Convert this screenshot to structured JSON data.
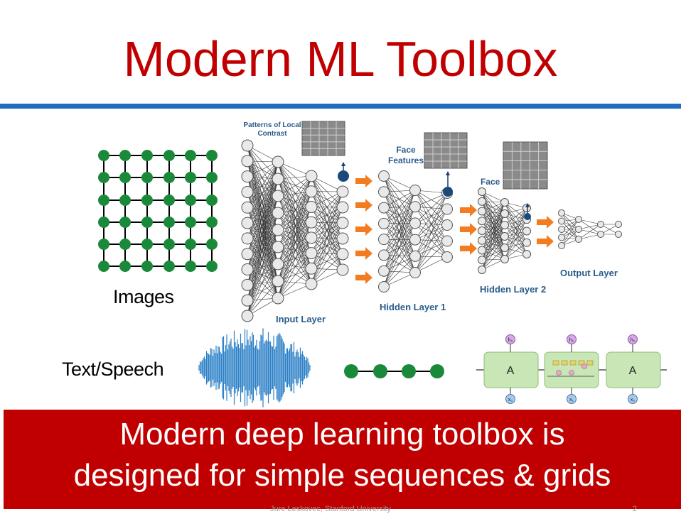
{
  "title": "Modern ML Toolbox",
  "labels": {
    "images": "Images",
    "text_speech": "Text/Speech"
  },
  "network": {
    "patterns": "Patterns of Local Contrast",
    "face_features": "Face Features",
    "face": "Face",
    "input_layer": "Input Layer",
    "hidden_layer_1": "Hidden Layer 1",
    "hidden_layer_2": "Hidden Layer 2",
    "output_layer": "Output Layer"
  },
  "rnn": {
    "cell_label": "A",
    "outputs": [
      "h₀",
      "h₁",
      "h₂"
    ],
    "inputs": [
      "x₀",
      "x₁",
      "x₂"
    ]
  },
  "banner": {
    "line1": "Modern deep learning toolbox is",
    "line2": "designed for simple sequences & grids"
  },
  "footer": "Jure Leskovec, Stanford University",
  "page_number": "2",
  "colors": {
    "title": "#c00000",
    "rule": "#1f6fc0",
    "node_green": "#1a8a3a",
    "banner": "#c00000",
    "waveform": "#2a7fc6",
    "arrow_orange": "#f47c20",
    "rnn_cell": "#c9e6b7"
  }
}
